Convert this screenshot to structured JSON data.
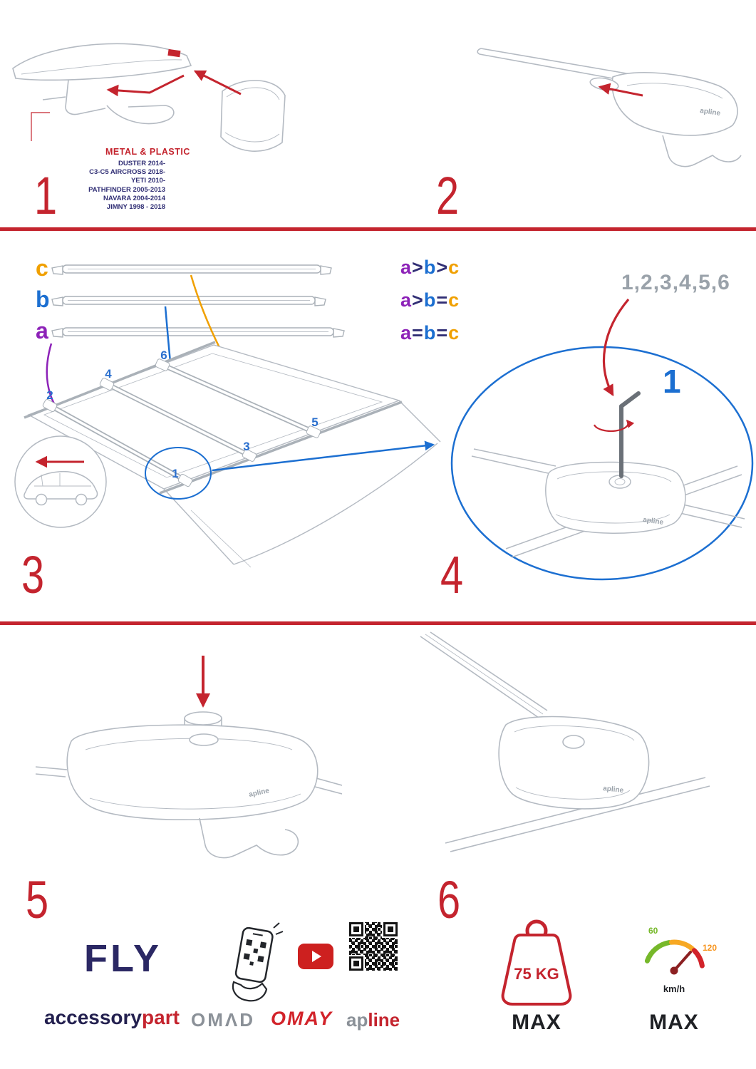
{
  "colors": {
    "red": "#c4242e",
    "navy": "#312f75",
    "blue": "#1c6fd1",
    "purple": "#8d22b8",
    "orange": "#f0a000",
    "gray_text": "#9aa2aa",
    "line_gray": "#b4bac2"
  },
  "steps": {
    "s1": {
      "number": "1",
      "material_label": "METAL & PLASTIC",
      "models": [
        "DUSTER 2014-",
        "C3-C5 AIRCROSS 2018-",
        "YETI 2010-",
        "PATHFINDER 2005-2013",
        "NAVARA 2004-2014",
        "JIMNY 1998 - 2018"
      ]
    },
    "s2": {
      "number": "2"
    },
    "s3": {
      "number": "3",
      "bar_labels": {
        "c": "c",
        "b": "b",
        "a": "a"
      },
      "legend": [
        {
          "a": "a",
          "op1": ">",
          "b": "b",
          "op2": ">",
          "c": "c"
        },
        {
          "a": "a",
          "op1": ">",
          "b": "b",
          "op2": "=",
          "c": "c"
        },
        {
          "a": "a",
          "op1": "=",
          "b": "b",
          "op2": "=",
          "c": "c"
        }
      ],
      "positions": {
        "p1": "1",
        "p2": "2",
        "p3": "3",
        "p4": "4",
        "p5": "5",
        "p6": "6"
      }
    },
    "s4": {
      "number": "4",
      "sequence": "1,2,3,4,5,6",
      "first": "1"
    },
    "s5": {
      "number": "5"
    },
    "s6": {
      "number": "6"
    }
  },
  "brand_on_part": "apline",
  "footer": {
    "fly": "FLY",
    "accessory": "accessory",
    "part": "part",
    "omad": "OMΛD",
    "omay": "OMAY",
    "apline_gray": "ap",
    "apline_red": "line",
    "weight_value": "75 KG",
    "weight_max": "MAX",
    "speed_low": "60",
    "speed_high": "120",
    "speed_unit": "km/h",
    "speed_max": "MAX"
  }
}
